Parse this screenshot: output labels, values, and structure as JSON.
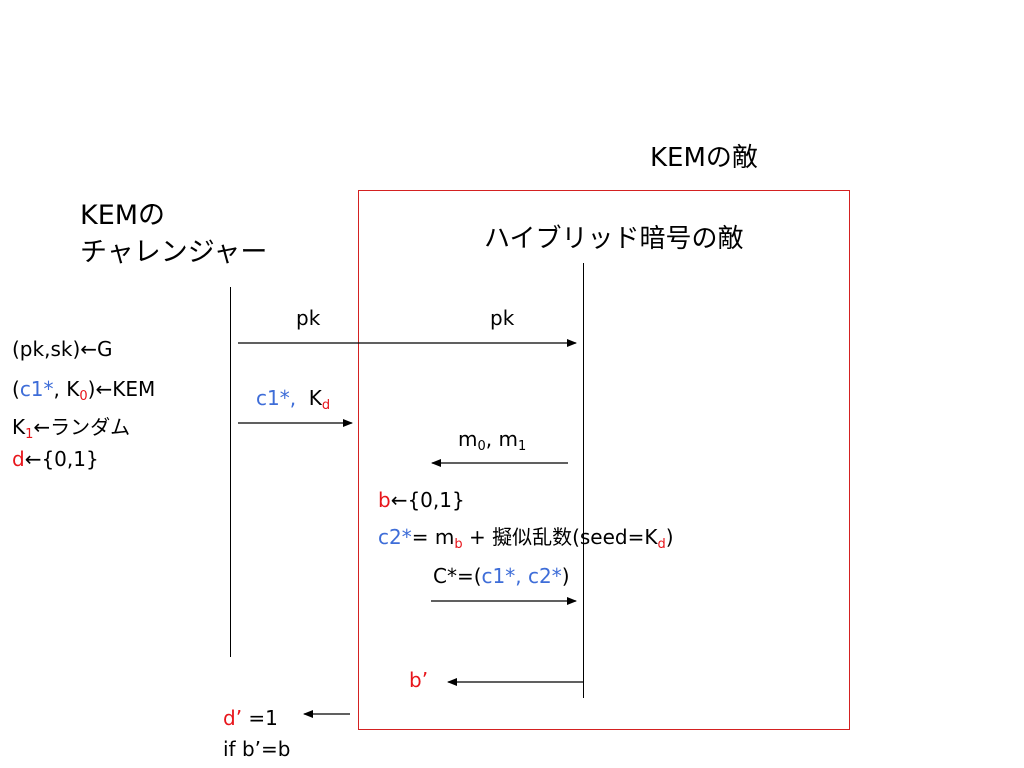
{
  "titles": {
    "kem_adversary": "KEMの敵",
    "hybrid_adversary": "ハイブリッド暗号の敵",
    "challenger_line1": "KEMの",
    "challenger_line2": "チャレンジャー"
  },
  "challenger_steps": {
    "keygen": "(pk,sk)←G",
    "encap_open": "(",
    "encap_c1": "c1*",
    "encap_mid": ", K",
    "encap_sub": "0",
    "encap_close": ")←KEM",
    "random_k": "K",
    "random_sub": "1",
    "random_rest": "←ランダム",
    "coin_d": "d",
    "coin_rest": "←{0,1}"
  },
  "messages": {
    "pk_left": "pk",
    "pk_right": "pk",
    "c1_label": "c1*,",
    "kd_k": "K",
    "kd_sub": "d",
    "m0_m": "m",
    "m0_sub": "0",
    "m0_sep": ", m",
    "m1_sub": "1",
    "ciphertext_open": "C*=(",
    "ciphertext_c1": "c1*",
    "ciphertext_sep": ", ",
    "ciphertext_c2": "c2*",
    "ciphertext_close": ")",
    "bprime": "b’"
  },
  "adversary_steps": {
    "coin_b": "b",
    "coin_rest": "←{0,1}",
    "c2_label": "c2*",
    "c2_eq": "= m",
    "c2_sub": "b",
    "c2_rest": " + 擬似乱数(seed=K",
    "c2_sub2": "d",
    "c2_close": ")"
  },
  "output": {
    "d_prime": "d’",
    "eq": " =1",
    "condition": "if b’=b"
  },
  "colors": {
    "highlight_red": "#e8151b",
    "highlight_blue": "#3e6dd8",
    "frame_border": "#d42121"
  }
}
